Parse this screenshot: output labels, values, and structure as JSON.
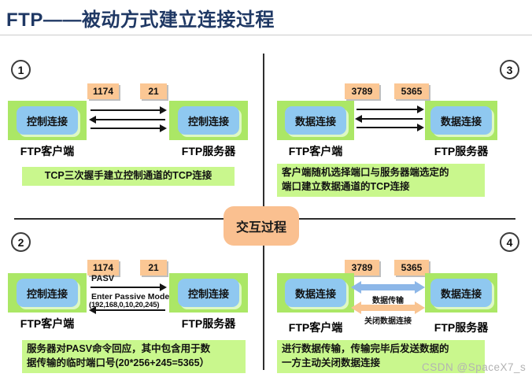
{
  "page": {
    "title": "FTP——被动方式建立连接过程",
    "center_label": "交互过程",
    "watermark": "CSDN @SpaceX7_s"
  },
  "labels": {
    "client": "FTP客户端",
    "server": "FTP服务器"
  },
  "quadrants": {
    "q1": {
      "number": "1",
      "ports": [
        "1174",
        "21"
      ],
      "node": "控制连接",
      "caption": "TCP三次握手建立控制通道的TCP连接"
    },
    "q2": {
      "number": "2",
      "ports": [
        "1174",
        "21"
      ],
      "node": "控制连接",
      "arrow_labels": {
        "pasv": "PASV",
        "enter_passive": "Enter Passive Mode",
        "pasv_response": "(192,168,0,10,20,245)"
      },
      "caption_line1": "服务器对PASV命令回应，其中包含用于数",
      "caption_line2": "据传输的临时端口号(20*256+245=5365）"
    },
    "q3": {
      "number": "3",
      "ports": [
        "3789",
        "5365"
      ],
      "node": "数据连接",
      "caption_line1": "客户端随机选择端口与服务器端选定的",
      "caption_line2": "端口建立数据通道的TCP连接"
    },
    "q4": {
      "number": "4",
      "ports": [
        "3789",
        "5365"
      ],
      "node": "数据连接",
      "arrow_labels": {
        "transfer": "数据传输",
        "close": "关闭数据连接"
      },
      "caption_line1": "进行数据传输，传输完毕后发送数据的",
      "caption_line2": "一方主动关闭数据连接"
    }
  },
  "colors": {
    "title": "#1f3864",
    "divider": "#2e2e2e",
    "node_green": "#abe766",
    "node_blue": "#8fc8f0",
    "caption_green": "#c9f78d",
    "port_orange": "#fbc794",
    "center_orange": "#fac090",
    "arrow_blue": "#8db7e8",
    "arrow_orange": "#f9c491",
    "watermark_gray": "#b3b3b3"
  }
}
